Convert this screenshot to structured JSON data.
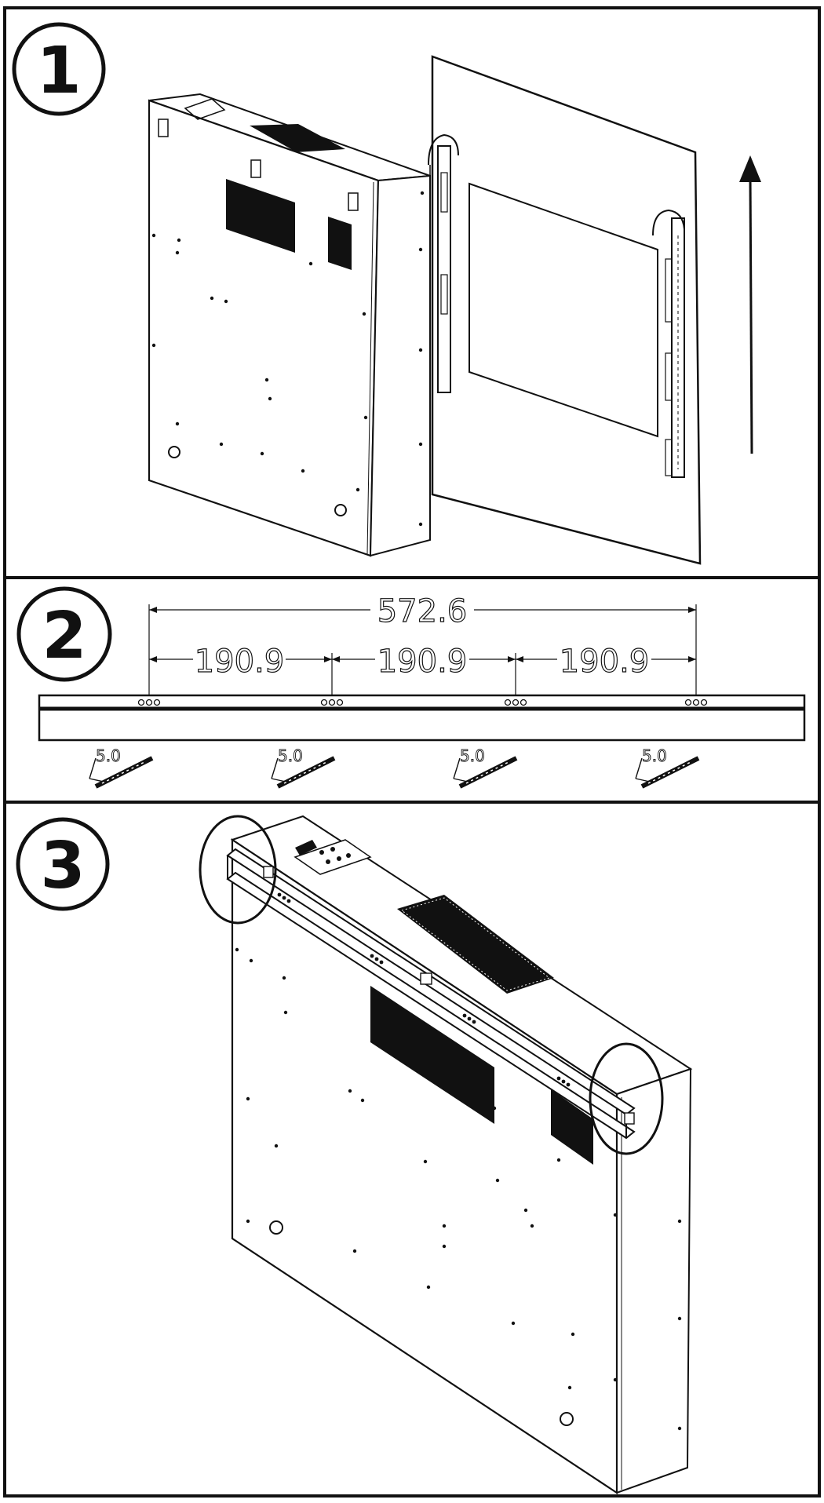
{
  "steps": [
    {
      "number": "1"
    },
    {
      "number": "2"
    },
    {
      "number": "3"
    }
  ],
  "dimensions": {
    "total": "572.6",
    "spacings": [
      "190.9",
      "190.9",
      "190.9"
    ]
  },
  "screw_labels": [
    "5.0",
    "5.0",
    "5.0",
    "5.0"
  ],
  "icons": {
    "arrow": "up-arrow-icon",
    "screw": "wall-anchor-screw-icon",
    "highlight": "highlight-circle"
  }
}
